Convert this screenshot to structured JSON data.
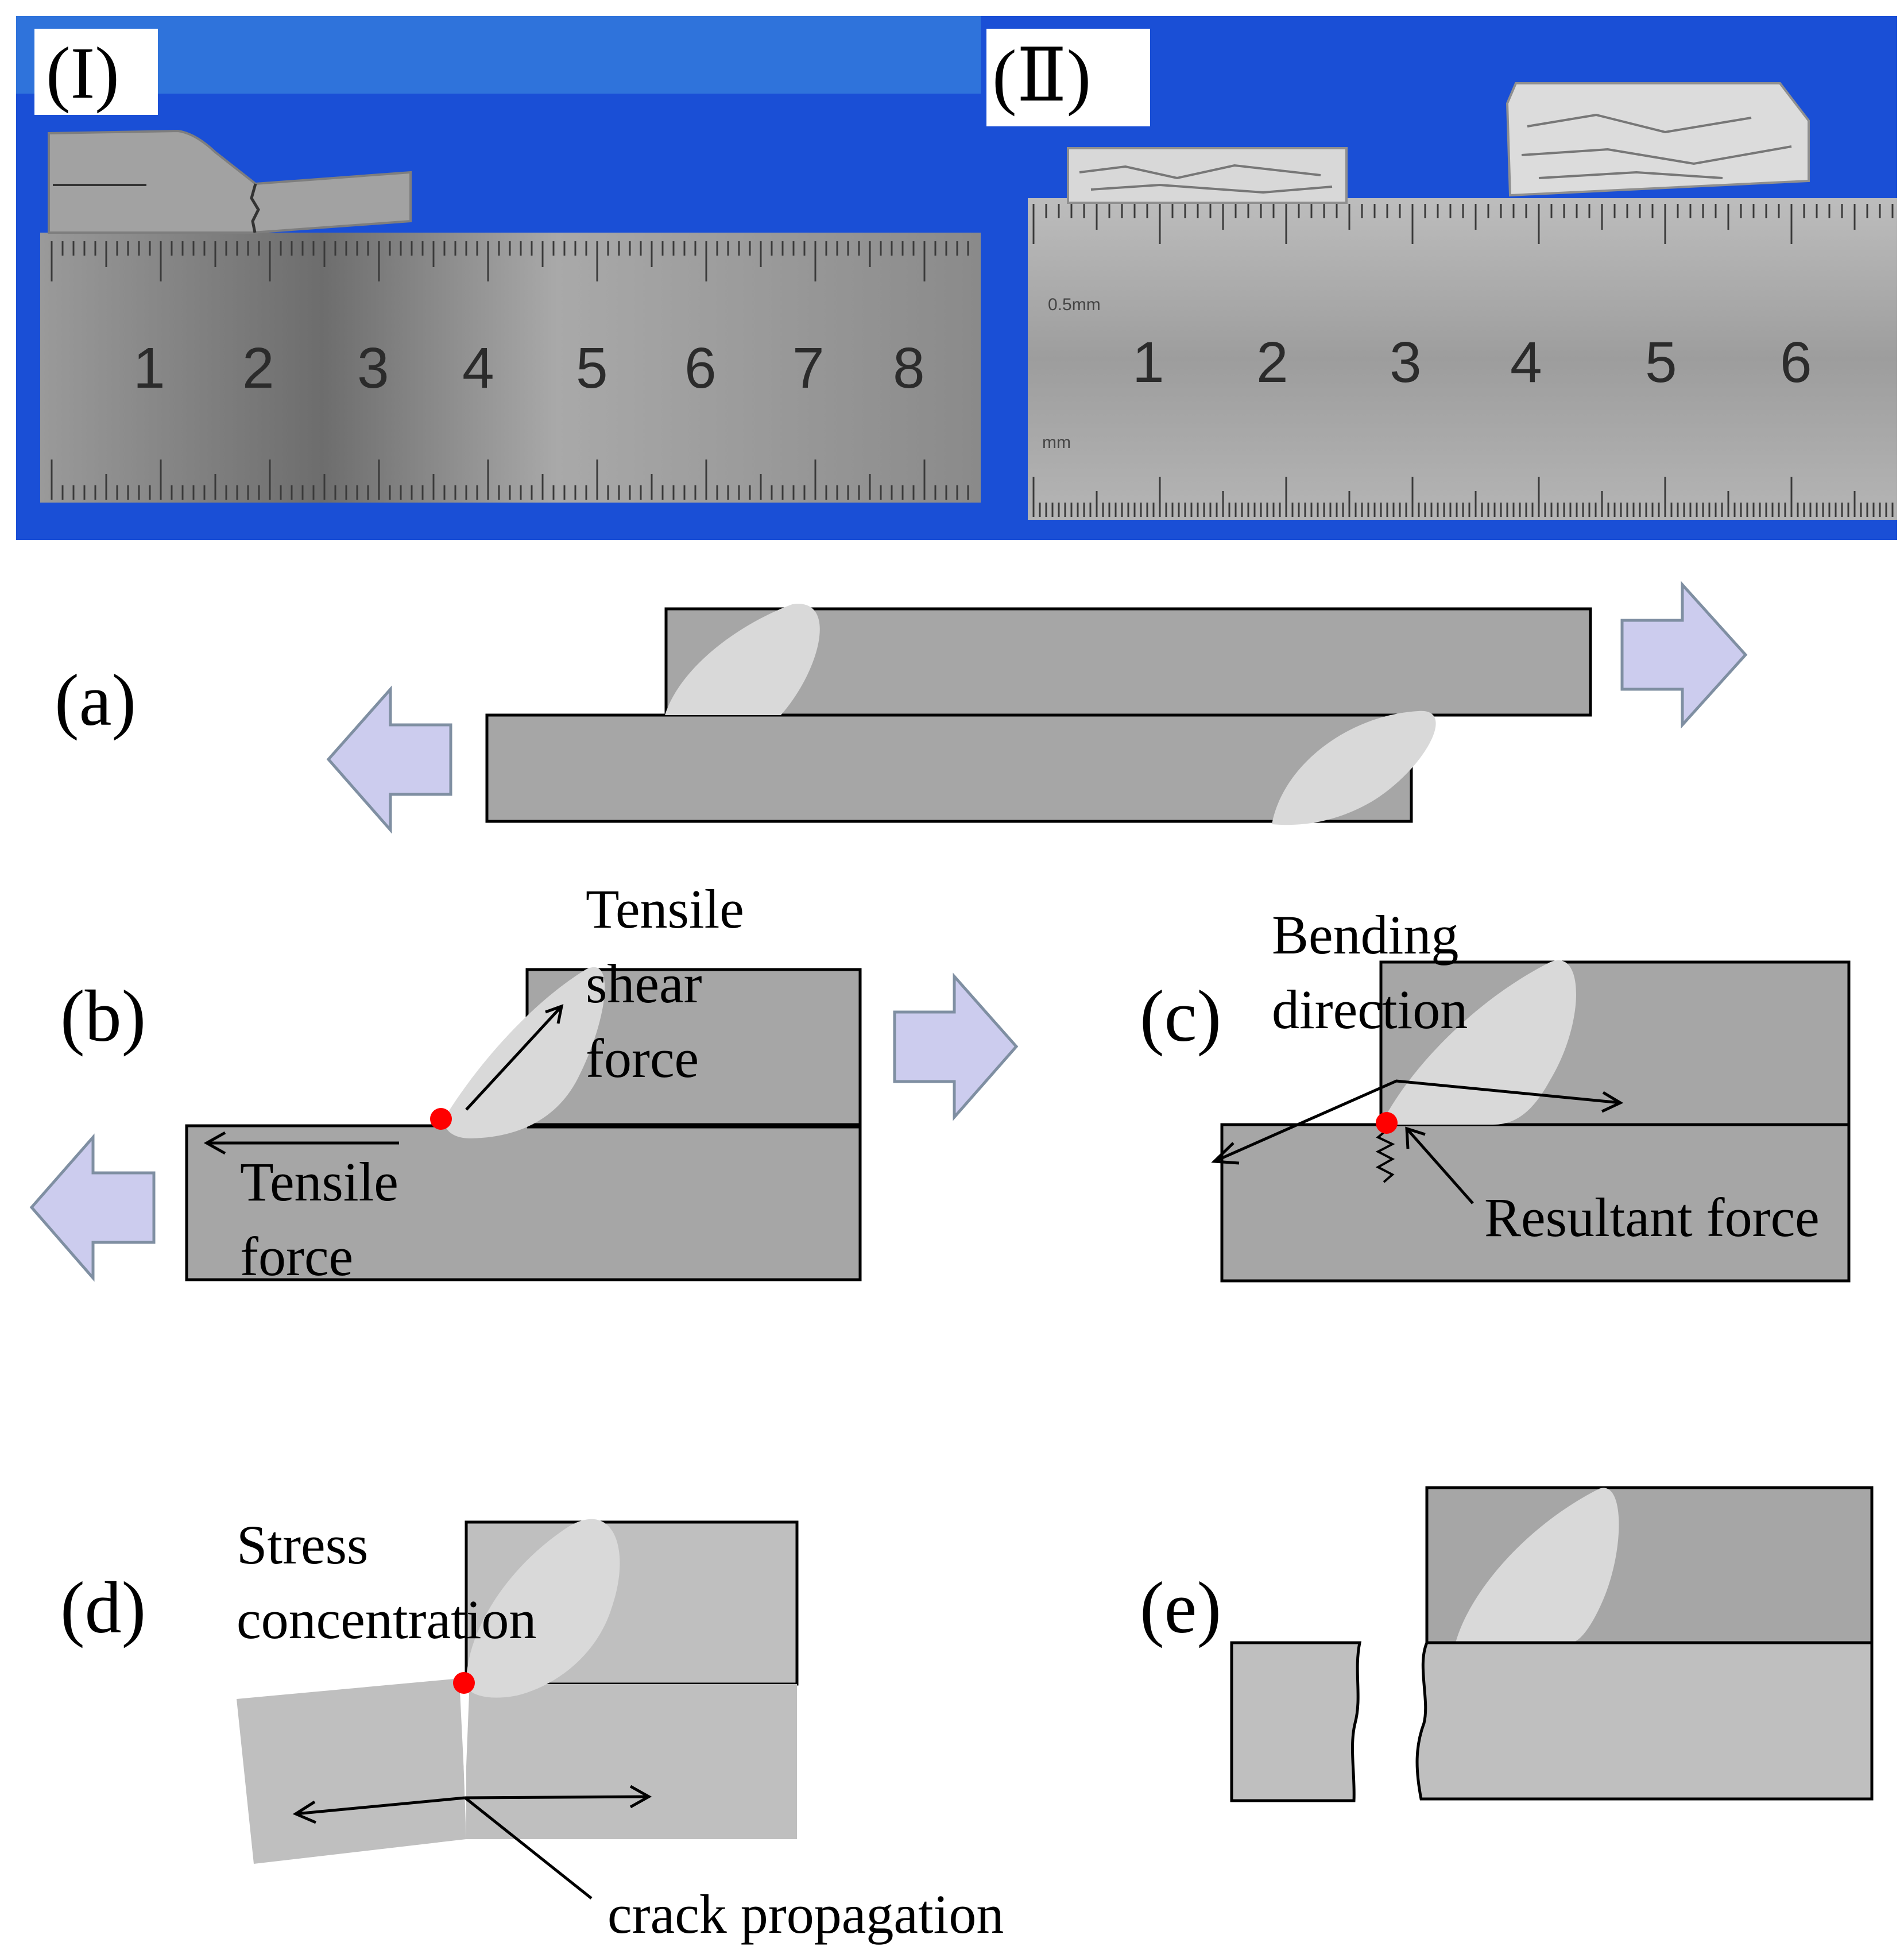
{
  "photos": {
    "panel_1": {
      "label": "(I)",
      "ruler_numbers": [
        "1",
        "2",
        "3",
        "4",
        "5",
        "6",
        "7",
        "8"
      ]
    },
    "panel_2": {
      "label": "(Ⅱ)",
      "ruler_numbers": [
        "1",
        "2",
        "3",
        "4",
        "5",
        "6"
      ],
      "ruler_unit_top": "0.5mm",
      "ruler_unit_bottom": "mm"
    }
  },
  "diagrams": {
    "a": {
      "label": "(a)"
    },
    "b": {
      "label": "(b)",
      "shear_force": [
        "Tensile",
        "shear",
        "force"
      ],
      "tensile_force": [
        "Tensile",
        "force"
      ]
    },
    "c": {
      "label": "(c)",
      "bending": [
        "Bending",
        "direction"
      ],
      "resultant": "Resultant force"
    },
    "d": {
      "label": "(d)",
      "stress": [
        "Stress",
        "concentration"
      ],
      "crack": "crack propagation"
    },
    "e": {
      "label": "(e)"
    }
  },
  "colors": {
    "photo_background": "#1a4fd6",
    "plate_dark": "#a6a6a6",
    "plate_light": "#bfbfbf",
    "weld_nugget": "#d9d9d9",
    "load_arrow": "#ccccee",
    "stress_point": "#ff0000"
  }
}
